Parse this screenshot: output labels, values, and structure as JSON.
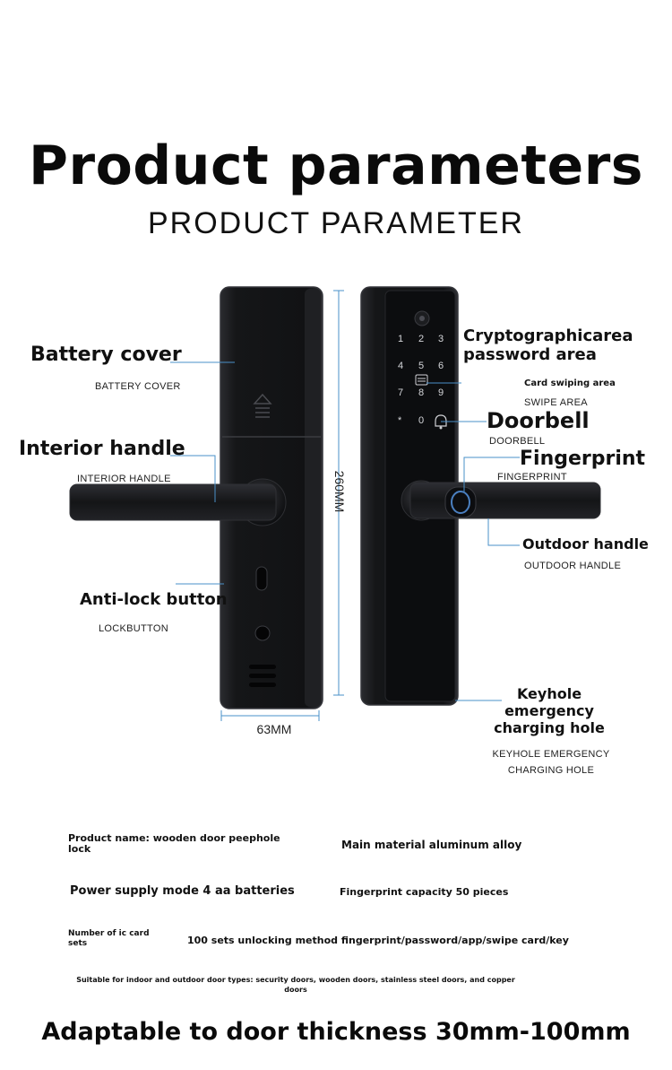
{
  "header": {
    "title": "Product parameters",
    "subtitle": "PRODUCT PARAMETER"
  },
  "diagram": {
    "callouts": {
      "battery_cover": "Battery cover",
      "battery_cover_en": "BATTERY COVER",
      "interior_handle": "Interior handle",
      "interior_handle_en": "INTERIOR HANDLE",
      "anti_lock": "Anti-lock button",
      "anti_lock_en": "LOCKBUTTON",
      "crypto_line1": "Cryptographicarea",
      "crypto_line2": "password area",
      "card_swiping": "Card swiping area",
      "swipe_area_en": "SWIPE AREA",
      "doorbell": "Doorbell",
      "doorbell_en": "DOORBELL",
      "fingerprint": "Fingerprint",
      "fingerprint_en": "FINGERPRINT",
      "outdoor_handle": "Outdoor handle",
      "outdoor_handle_en": "OUTDOOR HANDLE",
      "keyhole_line1": "Keyhole",
      "keyhole_line2": "emergency",
      "keyhole_line3": "charging hole",
      "keyhole_en_line1": "KEYHOLE EMERGENCY",
      "keyhole_en_line2": "CHARGING HOLE"
    },
    "dimensions": {
      "height": "260MM",
      "width": "63MM"
    },
    "keypad": [
      "1",
      "2",
      "3",
      "4",
      "5",
      "6",
      "7",
      "8",
      "9",
      "*",
      "0"
    ]
  },
  "params": {
    "product_name_line1": "Product name: wooden door peephole",
    "product_name_line2": "lock",
    "material": "Main material aluminum alloy",
    "power": "Power supply mode 4 aa batteries",
    "fingerprint_capacity": "Fingerprint capacity 50 pieces",
    "ic_card_line1": "Number of ic card",
    "ic_card_line2": "sets",
    "unlocking": "100 sets unlocking method fingerprint/password/app/swipe card/key",
    "door_types_line1": "Suitable for indoor and outdoor door types: security doors, wooden doors, stainless steel doors, and copper",
    "door_types_line2": "doors"
  },
  "footer": {
    "thickness": "Adaptable to door thickness 30mm-100mm"
  },
  "colors": {
    "lock_body": "#141416",
    "lock_edge": "#2c2d31",
    "callout_line": "#4a90c8"
  }
}
